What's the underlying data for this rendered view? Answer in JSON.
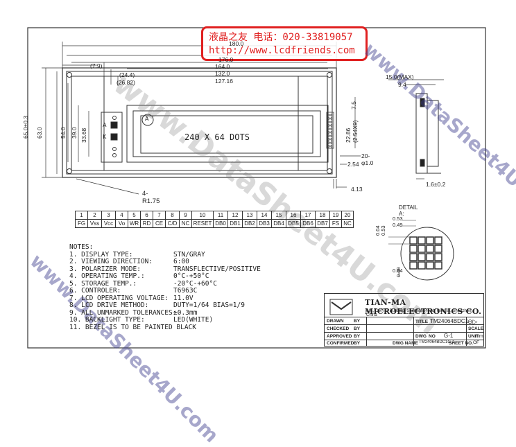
{
  "banner": {
    "line1": "液晶之友 电话：020-33819057",
    "line2": "http://www.lcdfriends.com"
  },
  "watermarks": [
    "www.DataSheet4U.com",
    "www.DataSheet4U.com",
    "www.DataSheet4U.com"
  ],
  "dimensions": {
    "top": [
      "180.0",
      "176.0",
      "164.0",
      "132.0",
      "127.16"
    ],
    "left_small": [
      "(7.9)",
      "(24.4)",
      "(26.82)"
    ],
    "left_vertical": [
      "65.0±0.3",
      "63.0",
      "54.0",
      "39.0",
      "33.68"
    ],
    "right_vertical": [
      "22.86",
      "(2.54X9)",
      "7.5"
    ],
    "right": [
      "20-φ1.0",
      "2.54",
      "4.13"
    ],
    "radius": "4-R1.75",
    "side_view": [
      "15.0(MAX)",
      "9.4",
      "1.6±0.2"
    ]
  },
  "display": {
    "label": "240 X 64 DOTS",
    "circle_label": "A",
    "led_a": "A",
    "led_k": "K"
  },
  "detail": {
    "title": "DETAIL A:",
    "dims": [
      "0.53",
      "0.49",
      "0.04",
      "0.53",
      "0.49",
      "0.04"
    ]
  },
  "pin_numbers": [
    "1",
    "2",
    "3",
    "4",
    "5",
    "6",
    "7",
    "8",
    "9",
    "10",
    "11",
    "12",
    "13",
    "14",
    "15",
    "16",
    "17",
    "18",
    "19",
    "20"
  ],
  "pin_names": [
    "FG",
    "Vss",
    "Vcc",
    "Vo",
    "WR",
    "RD",
    "CE",
    "C/D",
    "NC",
    "RESET",
    "DB0",
    "DB1",
    "DB2",
    "DB3",
    "DB4",
    "DB5",
    "DB6",
    "DB7",
    "FS",
    "NC"
  ],
  "notes": {
    "title": "NOTES:",
    "items": [
      {
        "k": "1. DISPLAY TYPE:",
        "v": "STN/GRAY"
      },
      {
        "k": "2. VIEWING DIRECTION:",
        "v": "6:00"
      },
      {
        "k": "3. POLARIZER MODE:",
        "v": "TRANSFLECTIVE/POSITIVE"
      },
      {
        "k": "4. OPERATING TEMP.:",
        "v": "0°C-+50°C"
      },
      {
        "k": "5. STORAGE TEMP.:",
        "v": "-20°C-+60°C"
      },
      {
        "k": "6. CONTROLER:",
        "v": "T6963C"
      },
      {
        "k": "7. LCD OPERATING VOLTAGE:",
        "v": "11.0V"
      },
      {
        "k": "8. LCD DRIVE METHOD:",
        "v": "DUTY=1/64   BIAS=1/9"
      },
      {
        "k": "9. ALL UNMARKED TOLERANCES:",
        "v": "±0.3mm"
      },
      {
        "k": "10. BACKLIGHT TYPE:",
        "v": "LED(WHITE)"
      },
      {
        "k": "11. BEZEL IS TO BE PAINTED BLACK",
        "v": ""
      }
    ]
  },
  "title_block": {
    "company": "TIAN-MA MICROELECTRONICS CO.",
    "address": "6/F., CMTIC Building, Shennan Road, Central, Shenzhen, China",
    "drawn": "DRAWN",
    "checked": "CHECKED",
    "approved": "APPROVED",
    "confirmed": "CONFIRMED",
    "by": "BY",
    "title_label": "TITLE",
    "title_value": "TM24064BDC1",
    "dwg_label": "DWG",
    "no_label": "NO",
    "dwg_no": "G-1",
    "scale_label": "SCALE",
    "unit_label": "UNIT",
    "unit_value": "mm",
    "dwg_name_label": "DWG NAME",
    "dwg_name": "TM24064BDC1G-1",
    "sheet_label": "SHEET NO.",
    "sheet_value": "OF"
  },
  "colors": {
    "ink": "#222222",
    "banner_red": "#e02020",
    "watermark": "#3c3c8c"
  }
}
